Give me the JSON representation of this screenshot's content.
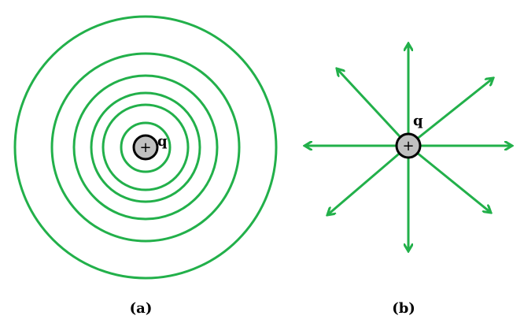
{
  "panels": [
    {
      "caption": "(a)",
      "charge_label": "q",
      "charge_sign": "+",
      "representation": "equipotential-circles",
      "circle_count": 6
    },
    {
      "caption": "(b)",
      "charge_label": "q",
      "charge_sign": "+",
      "representation": "field-line-arrows",
      "arrow_count": 8
    }
  ],
  "colors": {
    "field_lines": "#22b04a",
    "charge_fill": "#c0c0c0",
    "charge_stroke": "#000000",
    "text": "#000000"
  }
}
